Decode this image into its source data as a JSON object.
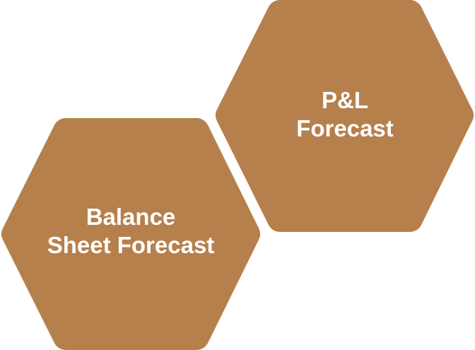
{
  "colors": {
    "hexagon_fill": "#B6804C",
    "text": "#FFFFFF"
  },
  "hexagons": [
    {
      "line1": "P&L",
      "line2": "Forecast"
    },
    {
      "line1": "Balance",
      "line2": "Sheet Forecast"
    }
  ]
}
